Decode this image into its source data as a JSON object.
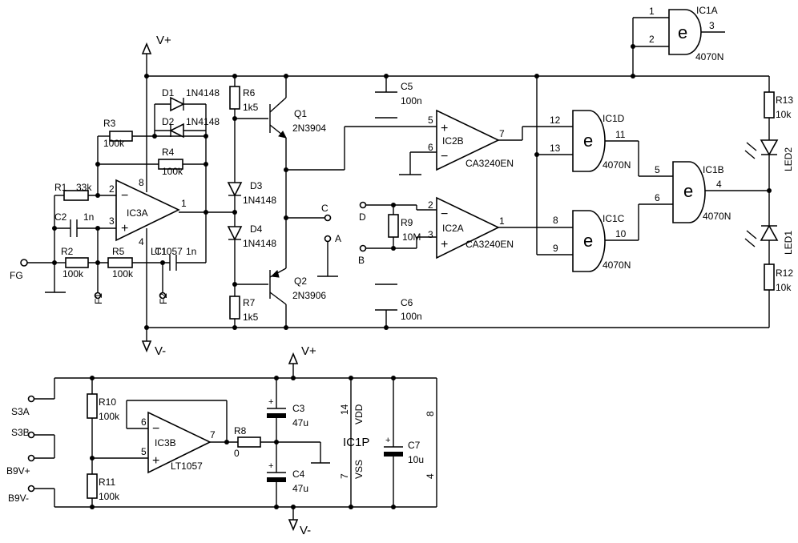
{
  "components": {
    "ic1a": {
      "name": "IC1A",
      "type": "4070N",
      "sym": "e",
      "pins": [
        "1",
        "2",
        "3"
      ]
    },
    "ic1b": {
      "name": "IC1B",
      "type": "4070N",
      "sym": "e",
      "pins": [
        "5",
        "6",
        "4"
      ]
    },
    "ic1c": {
      "name": "IC1C",
      "type": "4070N",
      "sym": "e",
      "pins": [
        "8",
        "9",
        "10"
      ]
    },
    "ic1d": {
      "name": "IC1D",
      "type": "4070N",
      "sym": "e",
      "pins": [
        "12",
        "13",
        "11"
      ]
    },
    "ic1p": {
      "name": "IC1P",
      "vdd": "VDD",
      "vss": "VSS",
      "p14": "14",
      "p7": "7",
      "p8": "8",
      "p4": "4"
    },
    "ic2a": {
      "name": "IC2A",
      "type": "CA3240EN",
      "pins": [
        "2",
        "3",
        "1"
      ]
    },
    "ic2b": {
      "name": "IC2B",
      "type": "CA3240EN",
      "pins": [
        "5",
        "6",
        "7"
      ]
    },
    "ic3a": {
      "name": "IC3A",
      "type": "LT1057",
      "pins": [
        "2",
        "3",
        "1",
        "8",
        "4"
      ]
    },
    "ic3b": {
      "name": "IC3B",
      "type": "LT1057",
      "pins": [
        "6",
        "5",
        "7"
      ]
    },
    "q1": {
      "name": "Q1",
      "type": "2N3904"
    },
    "q2": {
      "name": "Q2",
      "type": "2N3906"
    },
    "d1": {
      "name": "D1",
      "type": "1N4148"
    },
    "d2": {
      "name": "D2",
      "type": "1N4148"
    },
    "d3": {
      "name": "D3",
      "type": "1N4148"
    },
    "d4": {
      "name": "D4",
      "type": "1N4148"
    },
    "r1": {
      "name": "R1",
      "value": "33k"
    },
    "r2": {
      "name": "R2",
      "value": "100k"
    },
    "r3": {
      "name": "R3",
      "value": "100k"
    },
    "r4": {
      "name": "R4",
      "value": "100k"
    },
    "r5": {
      "name": "R5",
      "value": "100k"
    },
    "r6": {
      "name": "R6",
      "value": "1k5"
    },
    "r7": {
      "name": "R7",
      "value": "1k5"
    },
    "r8": {
      "name": "R8",
      "value": "0"
    },
    "r9": {
      "name": "R9",
      "value": "10M"
    },
    "r10": {
      "name": "R10",
      "value": "100k"
    },
    "r11": {
      "name": "R11",
      "value": "100k"
    },
    "r12": {
      "name": "R12",
      "value": "10k"
    },
    "r13": {
      "name": "R13",
      "value": "10k"
    },
    "c1": {
      "name": "C1",
      "value": "1n"
    },
    "c2": {
      "name": "C2",
      "value": "1n"
    },
    "c3": {
      "name": "C3",
      "value": "47u"
    },
    "c4": {
      "name": "C4",
      "value": "47u"
    },
    "c5": {
      "name": "C5",
      "value": "100n"
    },
    "c6": {
      "name": "C6",
      "value": "100n"
    },
    "c7": {
      "name": "C7",
      "value": "10u"
    },
    "led1": {
      "name": "LED1"
    },
    "led2": {
      "name": "LED2"
    }
  },
  "nets": {
    "vplus": "V+",
    "vminus": "V-",
    "fg": "FG",
    "f1": "F1",
    "f2": "F2",
    "a": "A",
    "b": "B",
    "c": "C",
    "d": "D",
    "s3a": "S3A",
    "s3b": "S3B",
    "b9vp": "B9V+",
    "b9vm": "B9V-"
  },
  "style": {
    "line": "#000000",
    "background": "#ffffff"
  }
}
